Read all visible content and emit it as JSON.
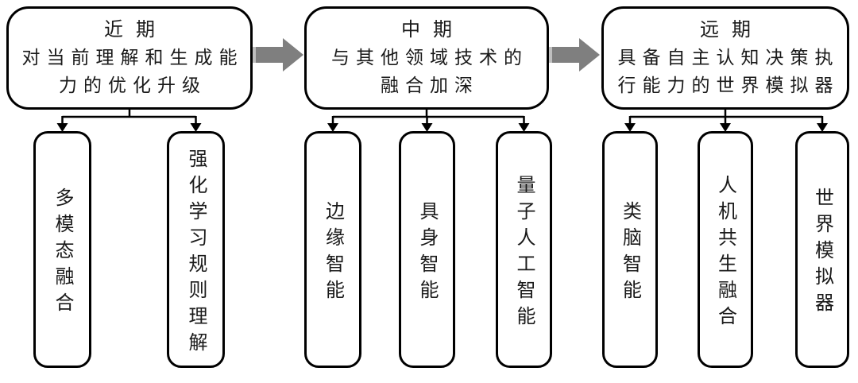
{
  "diagram": {
    "type": "roadmap-flowchart",
    "colors": {
      "background": "#ffffff",
      "box_border": "#000000",
      "text": "#1a1a1a",
      "flow_arrow": "#7f7f7f",
      "flow_arrow_highlight": "#bfbfbf",
      "connector": "#000000"
    },
    "icons": {
      "flow_arrow": "block-arrow-right"
    }
  },
  "phases": [
    {
      "title": "近期",
      "desc_lines": [
        "对当前理解和生成能",
        "力的优化升级"
      ],
      "children": [
        "多模态融合",
        "强化学习规则理解"
      ]
    },
    {
      "title": "中期",
      "desc_lines": [
        "与其他领域技术的",
        "融合加深"
      ],
      "children": [
        "边缘智能",
        "具身智能",
        "量子人工智能"
      ]
    },
    {
      "title": "远期",
      "desc_lines": [
        "具备自主认知决策执",
        "行能力的世界模拟器"
      ],
      "children": [
        "类脑智能",
        "人机共生融合",
        "世界模拟器"
      ]
    }
  ]
}
